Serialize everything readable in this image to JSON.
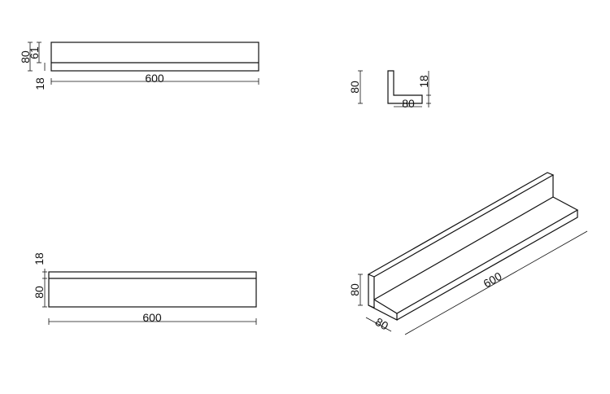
{
  "top_view": {
    "length": "600",
    "height": "80",
    "inner": "61",
    "thickness": "18"
  },
  "section_view": {
    "height": "80",
    "depth": "80",
    "thickness": "18"
  },
  "front_view": {
    "length": "600",
    "height": "80",
    "thickness": "18"
  },
  "iso_view": {
    "length": "600",
    "height": "80",
    "depth": "80"
  }
}
